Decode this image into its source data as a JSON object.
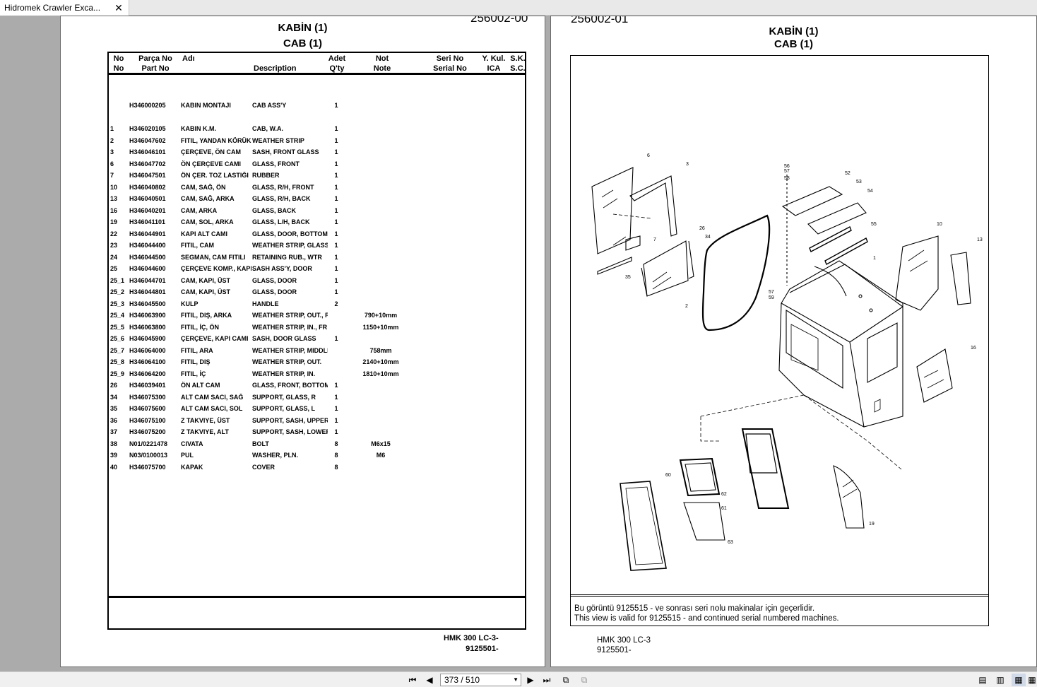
{
  "tab": {
    "title": "Hidromek Crawler Exca...",
    "close_icon": "close-icon"
  },
  "left_page": {
    "cut_number": "256002-00",
    "title_tr": "KABİN (1)",
    "title_en": "CAB (1)",
    "headers": {
      "no_tr": "No",
      "no_en": "No",
      "part_tr": "Parça No",
      "part_en": "Part No",
      "name_tr": "Adı",
      "desc_en": "Description",
      "qty_tr": "Adet",
      "qty_en": "Q'ty",
      "note_tr": "Not",
      "note_en": "Note",
      "serial_tr": "Seri No",
      "serial_en": "Serial No",
      "ica_tr": "Y. Kul.",
      "ica_en": "ICA",
      "sc_tr": "S.K.",
      "sc_en": "S.C."
    },
    "rows": [
      {
        "no": "",
        "part": "H346000205",
        "tr": "KABIN MONTAJI",
        "en": "CAB ASS'Y",
        "qty": "1",
        "note": ""
      },
      {
        "no": "1",
        "part": "H346020105",
        "tr": "KABIN K.M.",
        "en": "CAB, W.A.",
        "qty": "1",
        "note": ""
      },
      {
        "no": "2",
        "part": "H346047602",
        "tr": "FITIL, YANDAN KÖRÜK",
        "en": "WEATHER STRIP",
        "qty": "1",
        "note": ""
      },
      {
        "no": "3",
        "part": "H346046101",
        "tr": "ÇERÇEVE, ÖN CAM",
        "en": "SASH, FRONT GLASS",
        "qty": "1",
        "note": ""
      },
      {
        "no": "6",
        "part": "H346047702",
        "tr": "ÖN ÇERÇEVE CAMI",
        "en": "GLASS, FRONT",
        "qty": "1",
        "note": ""
      },
      {
        "no": "7",
        "part": "H346047501",
        "tr": "ÖN ÇER. TOZ LASTIĞI",
        "en": "RUBBER",
        "qty": "1",
        "note": ""
      },
      {
        "no": "10",
        "part": "H346040802",
        "tr": "CAM, SAĞ, ÖN",
        "en": "GLASS, R/H, FRONT",
        "qty": "1",
        "note": ""
      },
      {
        "no": "13",
        "part": "H346040501",
        "tr": "CAM, SAĞ, ARKA",
        "en": "GLASS, R/H, BACK",
        "qty": "1",
        "note": ""
      },
      {
        "no": "16",
        "part": "H346040201",
        "tr": "CAM, ARKA",
        "en": "GLASS, BACK",
        "qty": "1",
        "note": ""
      },
      {
        "no": "19",
        "part": "H346041101",
        "tr": "CAM, SOL, ARKA",
        "en": "GLASS, L/H, BACK",
        "qty": "1",
        "note": ""
      },
      {
        "no": "22",
        "part": "H346044901",
        "tr": "KAPI ALT CAMI",
        "en": "GLASS, DOOR, BOTTOM",
        "qty": "1",
        "note": ""
      },
      {
        "no": "23",
        "part": "H346044400",
        "tr": "FITIL, CAM",
        "en": "WEATHER STRIP, GLASS",
        "qty": "1",
        "note": ""
      },
      {
        "no": "24",
        "part": "H346044500",
        "tr": "SEGMAN, CAM FITILI",
        "en": "RETAINING RUB., WTR",
        "qty": "1",
        "note": ""
      },
      {
        "no": "25",
        "part": "H346044600",
        "tr": "ÇERÇEVE KOMP., KAPI",
        "en": "SASH ASS'Y, DOOR",
        "qty": "1",
        "note": ""
      },
      {
        "no": "25_1",
        "part": "H346044701",
        "tr": "CAM, KAPI, ÜST",
        "en": "GLASS, DOOR",
        "qty": "1",
        "note": ""
      },
      {
        "no": "25_2",
        "part": "H346044801",
        "tr": "CAM, KAPI, ÜST",
        "en": "GLASS, DOOR",
        "qty": "1",
        "note": ""
      },
      {
        "no": "25_3",
        "part": "H346045500",
        "tr": "KULP",
        "en": "HANDLE",
        "qty": "2",
        "note": ""
      },
      {
        "no": "25_4",
        "part": "H346063900",
        "tr": "FITIL, DIŞ, ARKA",
        "en": "WEATHER STRIP, OUT., RR",
        "qty": "",
        "note": "790+10mm"
      },
      {
        "no": "25_5",
        "part": "H346063800",
        "tr": "FITIL, İÇ, ÖN",
        "en": "WEATHER STRIP, IN., FR",
        "qty": "",
        "note": "1150+10mm"
      },
      {
        "no": "25_6",
        "part": "H346045900",
        "tr": "ÇERÇEVE, KAPI CAMI",
        "en": "SASH, DOOR GLASS",
        "qty": "1",
        "note": ""
      },
      {
        "no": "25_7",
        "part": "H346064000",
        "tr": "FITIL, ARA",
        "en": "WEATHER STRIP, MIDDLE",
        "qty": "",
        "note": "758mm"
      },
      {
        "no": "25_8",
        "part": "H346064100",
        "tr": "FITIL, DIŞ",
        "en": "WEATHER STRIP, OUT.",
        "qty": "",
        "note": "2140+10mm"
      },
      {
        "no": "25_9",
        "part": "H346064200",
        "tr": "FITIL, İÇ",
        "en": "WEATHER STRIP, IN.",
        "qty": "",
        "note": "1810+10mm"
      },
      {
        "no": "26",
        "part": "H346039401",
        "tr": "ÖN ALT CAM",
        "en": "GLASS, FRONT, BOTTOM",
        "qty": "1",
        "note": ""
      },
      {
        "no": "34",
        "part": "H346075300",
        "tr": "ALT CAM SACI, SAĞ",
        "en": "SUPPORT, GLASS, R",
        "qty": "1",
        "note": ""
      },
      {
        "no": "35",
        "part": "H346075600",
        "tr": "ALT CAM SACI, SOL",
        "en": "SUPPORT, GLASS, L",
        "qty": "1",
        "note": ""
      },
      {
        "no": "36",
        "part": "H346075100",
        "tr": "Z TAKVIYE, ÜST",
        "en": "SUPPORT, SASH, UPPER",
        "qty": "1",
        "note": ""
      },
      {
        "no": "37",
        "part": "H346075200",
        "tr": "Z TAKVIYE, ALT",
        "en": "SUPPORT, SASH, LOWER",
        "qty": "1",
        "note": ""
      },
      {
        "no": "38",
        "part": "N01/0221478",
        "tr": "CIVATA",
        "en": "BOLT",
        "qty": "8",
        "note": "M6x15"
      },
      {
        "no": "39",
        "part": "N03/0100013",
        "tr": "PUL",
        "en": "WASHER, PLN.",
        "qty": "8",
        "note": "M6"
      },
      {
        "no": "40",
        "part": "H346075700",
        "tr": "KAPAK",
        "en": "COVER",
        "qty": "8",
        "note": ""
      }
    ],
    "model": "HMK 300 LC-3-",
    "serial": "9125501-"
  },
  "right_page": {
    "cut_number": "256002-01",
    "title_tr": "KABİN (1)",
    "title_en": "CAB (1)",
    "callouts": [
      "6",
      "3",
      "56",
      "57",
      "58",
      "52",
      "53",
      "54",
      "55",
      "10",
      "13",
      "7",
      "26",
      "34",
      "35",
      "1",
      "57",
      "59",
      "2",
      "16",
      "60",
      "62",
      "61",
      "63",
      "19"
    ],
    "note_tr": "Bu görüntü 9125515 - ve sonrası seri nolu makinalar için geçerlidir.",
    "note_en": "This view is valid for 9125515 - and continued serial numbered machines.",
    "model": "HMK 300 LC-3",
    "serial": "9125501-"
  },
  "toolbar": {
    "page_indicator": "373 / 510",
    "icons": [
      "first-page-icon",
      "prev-page-icon",
      "next-page-icon",
      "last-page-icon",
      "go-back-icon",
      "go-forward-icon",
      "single-page-icon",
      "continuous-icon",
      "two-page-icon",
      "two-page-continuous-icon"
    ]
  }
}
